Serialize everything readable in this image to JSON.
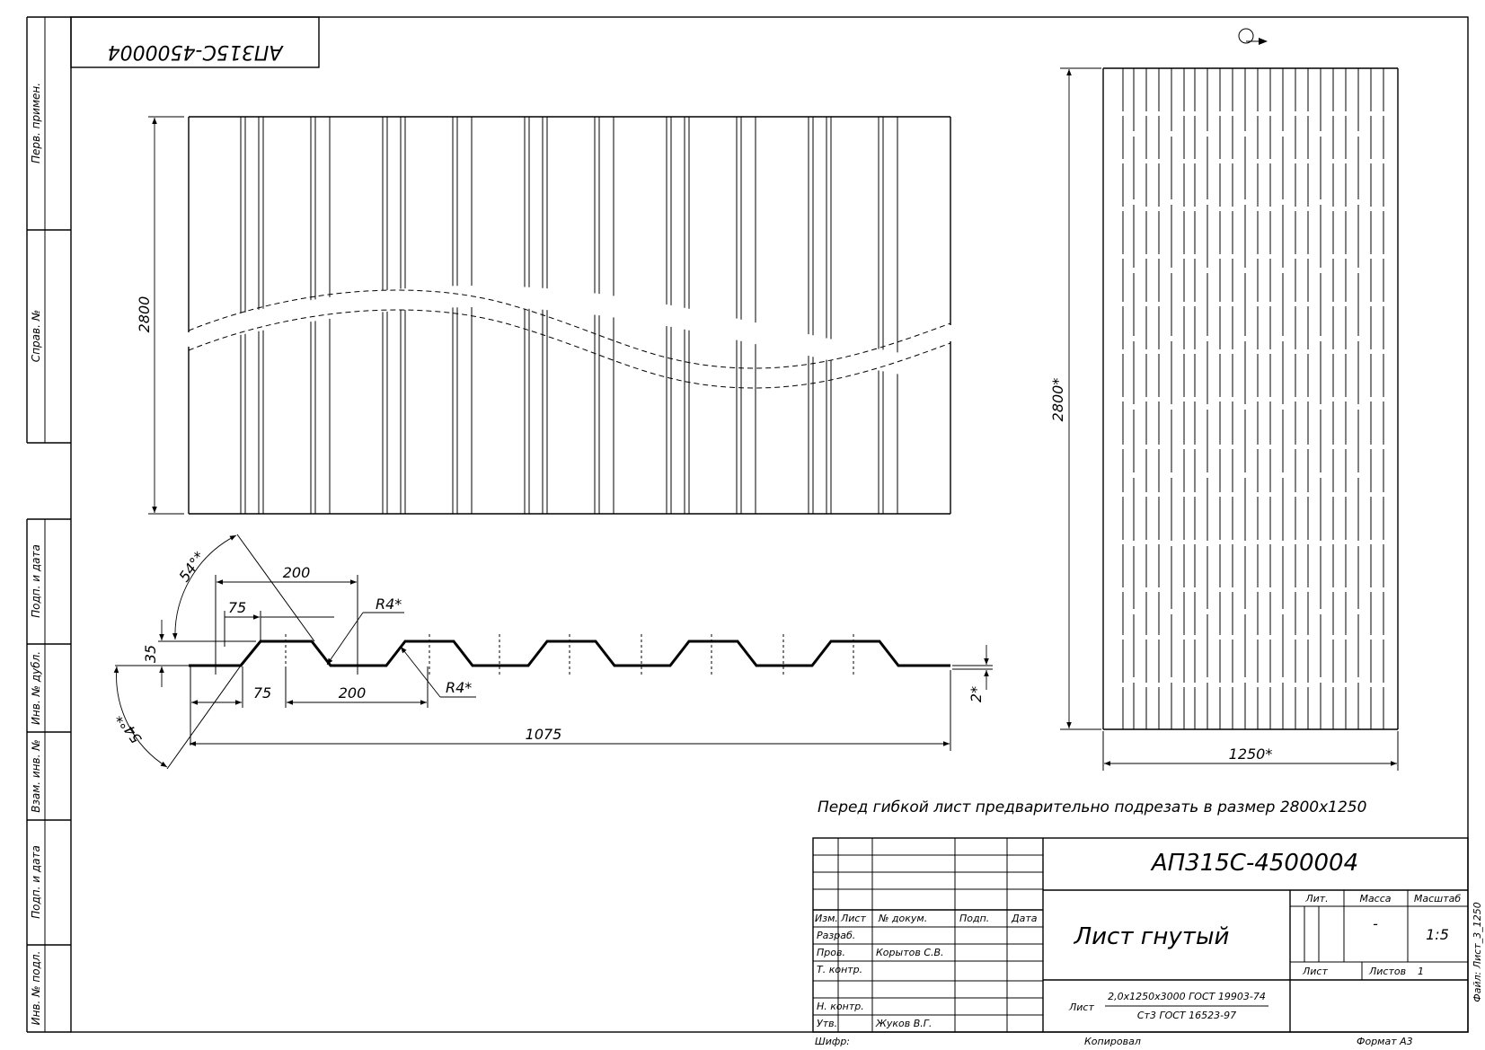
{
  "doc_code": "АП315С-4500004",
  "doc_code_mirrored": "АП315С-4500004",
  "left_strip": {
    "perv_primen": "Перв. примен.",
    "sprav_no": "Справ. №",
    "podp_data_1": "Подп. и дата",
    "inv_no_dubl": "Инв. № дубл.",
    "vzam_inv_no": "Взам. инв. №",
    "podp_data_2": "Подп. и дата",
    "inv_no_podl": "Инв. № подл."
  },
  "plan_view": {
    "height_dim": "2800"
  },
  "profile": {
    "angle_top": "54°*",
    "angle_bottom": "54°*",
    "dim_200_top": "200",
    "dim_75_top": "75",
    "dim_r4_top": "R4*",
    "dim_35": "35",
    "dim_75_bottom": "75",
    "dim_200_bottom": "200",
    "dim_r4_bottom": "R4*",
    "dim_2": "2*",
    "dim_1075": "1075"
  },
  "side_view": {
    "height_dim": "2800*",
    "width_dim": "1250*"
  },
  "note": "Перед гибкой лист предварительно подрезать в размер 2800х1250",
  "title_block": {
    "code": "АП315С-4500004",
    "name": "Лист гнутый",
    "col_izm": "Изм.",
    "col_list": "Лист",
    "col_doc": "№ докум.",
    "col_podp": "Подп.",
    "col_data": "Дата",
    "row_razrab": "Разраб.",
    "row_prov": "Пров.",
    "row_tkontr": "Т. контр.",
    "row_nkontr": "Н. контр.",
    "row_utv": "Утв.",
    "prov_name": "Корытов С.В.",
    "utv_name": "Жуков В.Г.",
    "lit_label": "Лит.",
    "massa_label": "Масса",
    "masshtab_label": "Масштаб",
    "massa_value": "-",
    "masshtab_value": "1:5",
    "list_label": "Лист",
    "listov_label": "Листов",
    "listov_value": "1",
    "material_prefix": "Лист",
    "material_top": "2,0х1250х3000 ГОСТ 19903-74",
    "material_bottom": "Ст3 ГОСТ 16523-97",
    "shifr": "Шифр:",
    "kopiroval": "Копировал",
    "format": "Формат А3",
    "file": "Файл: Лист_3_1250"
  }
}
